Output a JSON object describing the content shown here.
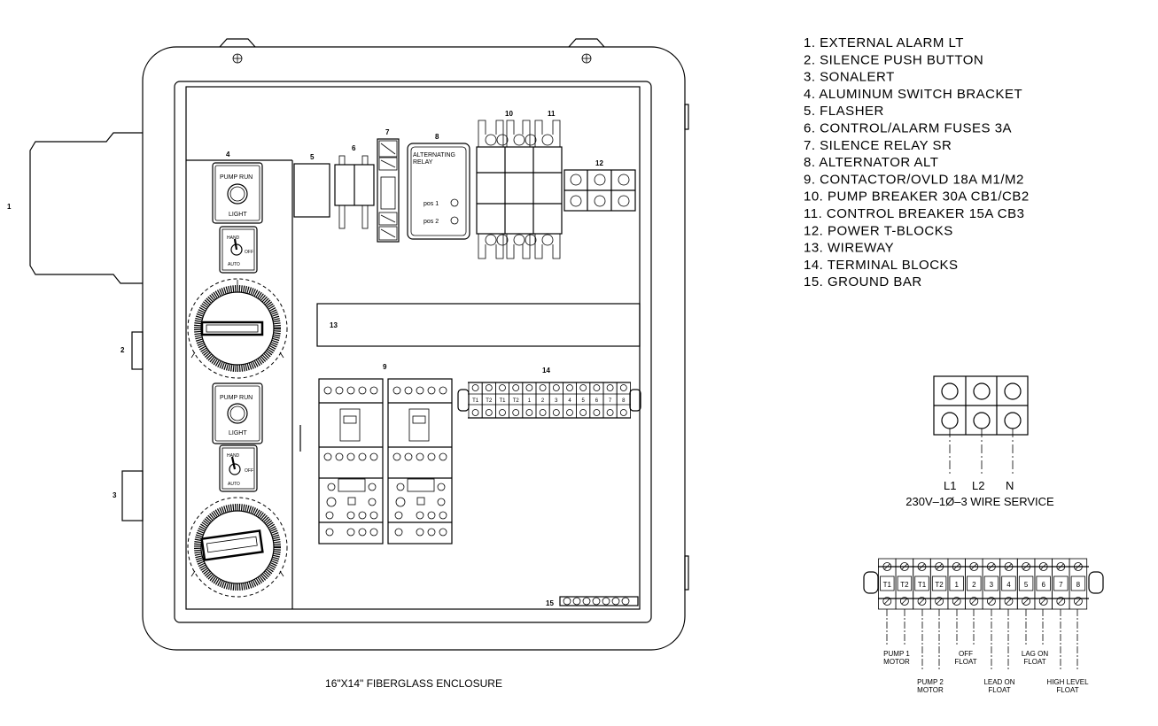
{
  "legend": [
    "1. EXTERNAL ALARM LT",
    "2. SILENCE PUSH BUTTON",
    "3. SONALERT",
    "4. ALUMINUM SWITCH BRACKET",
    "5. FLASHER",
    "6. CONTROL/ALARM FUSES 3A",
    "7. SILENCE RELAY SR",
    "8. ALTERNATOR ALT",
    "9. CONTACTOR/OVLD 18A M1/M2",
    "10. PUMP BREAKER 30A CB1/CB2",
    "11. CONTROL BREAKER 15A CB3",
    "12. POWER T-BLOCKS",
    "13. WIREWAY",
    "14. TERMINAL BLOCKS",
    "15. GROUND BAR"
  ],
  "enclosure": {
    "caption": "16\"X14\" FIBERGLASS ENCLOSURE",
    "callouts": {
      "n1": "1",
      "n2": "2",
      "n3": "3",
      "n4": "4",
      "n5": "5",
      "n6": "6",
      "n7": "7",
      "n8": "8",
      "n9": "9",
      "n10": "10",
      "n11": "11",
      "n12": "12",
      "n13": "13",
      "n14": "14",
      "n15": "15"
    },
    "pump_run_1": "PUMP RUN",
    "light_1": "LIGHT",
    "pump_run_2": "PUMP RUN",
    "light_2": "LIGHT",
    "hand_1": "HAND",
    "off_1": "OFF",
    "auto_1": "AUTO",
    "hand_2": "HAND",
    "off_2": "OFF",
    "auto_2": "AUTO",
    "alternating_relay_1": "ALTERNATING",
    "alternating_relay_2": "RELAY",
    "pos1": "pos 1",
    "pos2": "pos 2",
    "terminal_labels": [
      "T1",
      "T2",
      "T1",
      "T2",
      "1",
      "2",
      "3",
      "4",
      "5",
      "6",
      "7",
      "8"
    ]
  },
  "power": {
    "l1": "L1",
    "l2": "L2",
    "n": "N",
    "service": "230V–1Ø–3 WIRE SERVICE"
  },
  "terminal_strip": {
    "labels": [
      "T1",
      "T2",
      "T1",
      "T2",
      "1",
      "2",
      "3",
      "4",
      "5",
      "6",
      "7",
      "8"
    ],
    "pump1_a": "PUMP 1",
    "pump1_b": "MOTOR",
    "pump2_a": "PUMP 2",
    "pump2_b": "MOTOR",
    "off_a": "OFF",
    "off_b": "FLOAT",
    "lead_a": "LEAD ON",
    "lead_b": "FLOAT",
    "lag_a": "LAG ON",
    "lag_b": "FLOAT",
    "high_a": "HIGH LEVEL",
    "high_b": "FLOAT"
  }
}
